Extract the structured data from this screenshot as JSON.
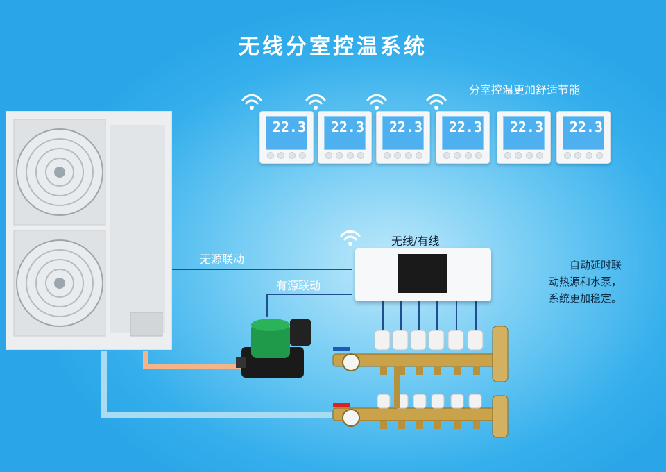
{
  "title": "无线分室控温系统",
  "labels": {
    "top_right": "分室控温更加舒适节能",
    "passive_link": "无源联动",
    "active_link": "有源联动",
    "wireless_wired": "无线/有线"
  },
  "note_lines": [
    "自动延时联",
    "动热源和水泵，",
    "系统更加稳定。"
  ],
  "thermostats": [
    {
      "temp": "22.3"
    },
    {
      "temp": "22.3"
    },
    {
      "temp": "22.3"
    },
    {
      "temp": "22.3"
    },
    {
      "temp": "22.3"
    },
    {
      "temp": "22.3"
    }
  ],
  "colors": {
    "background": "#35afec",
    "hot_pipe": "#f3b48a",
    "cold_pipe": "#a9dbf3",
    "link_line": "#1f4f8f",
    "brass": "#c9a24a"
  }
}
